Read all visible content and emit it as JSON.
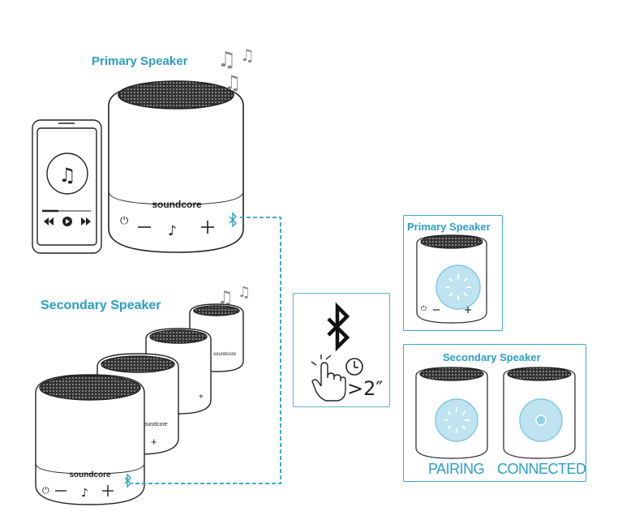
{
  "colors": {
    "accent": "#2a9fc9",
    "line": "#222222",
    "pale": "#bfe3f0"
  },
  "main": {
    "primary_label": "Primary Speaker",
    "secondary_label": "Secondary Speaker",
    "brand": "soundcore"
  },
  "instruction": {
    "icon": "bluetooth-icon",
    "gesture": "press-hold-hand-icon",
    "duration": ">2″"
  },
  "right": {
    "primary_label": "Primary Speaker",
    "secondary_label": "Secondary Speaker",
    "pairing": "PAIRING",
    "connected": "CONNECTED"
  }
}
